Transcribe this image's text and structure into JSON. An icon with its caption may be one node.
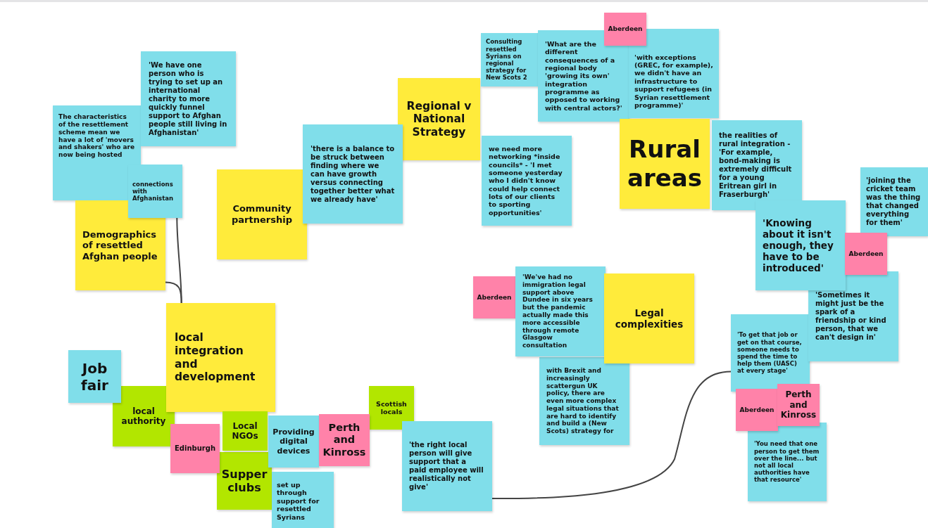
{
  "diagram": {
    "nodes": [
      {
        "text": [
          "The characteristics of the resettlement scheme mean we have a lot of 'movers and shakers' who are now being hosted"
        ]
      },
      {
        "text": [
          "'We have one person who is trying to set up an international charity to more quickly funnel support to Afghan people still living in Afghanistan'"
        ]
      },
      {
        "text": [
          "connections with Afghanistan"
        ]
      },
      {
        "text": [
          "Demographics of resettled Afghan people"
        ]
      },
      {
        "text": [
          "Community partnership"
        ]
      },
      {
        "text": [
          "'there is a balance to be struck between finding where we can have growth versus connecting together better what we already have'"
        ]
      },
      {
        "text": [
          "Regional v National Strategy"
        ]
      },
      {
        "text": [
          "Consulting resettled Syrians on regional strategy for New Scots 2"
        ]
      },
      {
        "text": [
          "'What are the different consequences of a regional body 'growing its own' integration programme as opposed to working with central actors?'"
        ]
      },
      {
        "text": [
          "Aberdeen"
        ]
      },
      {
        "text": [
          "'with exceptions (GREC, for example), we didn't have an infrastructure to support refugees (in Syrian resettlement programme)'"
        ]
      },
      {
        "text": [
          "we need more networking *inside councils* - 'I met someone yesterday who I didn't know could help connect lots of our clients to sporting opportunities'"
        ]
      },
      {
        "text": [
          "Rural areas"
        ]
      },
      {
        "text": [
          "the realities of rural integration - 'For example, bond-making is extremely difficult for a young Eritrean girl in Fraserburgh'"
        ]
      },
      {
        "text": [
          "'Knowing about it isn't enough, they have to be introduced'"
        ]
      },
      {
        "text": [
          "'joining the cricket team was the thing that changed everything for them'"
        ]
      },
      {
        "text": [
          "Aberdeen"
        ]
      },
      {
        "text": [
          "'Sometimes it might just be the spark of a friendship or kind person, that we can't design in'"
        ]
      },
      {
        "text": [
          "Aberdeen"
        ]
      },
      {
        "text": [
          "'We've had no immigration legal support above Dundee in six years but the pandemic actually made this more accessible through remote Glasgow consultation"
        ]
      },
      {
        "text": [
          "Legal complexities"
        ]
      },
      {
        "text": [
          "with Brexit and increasingly scattergun UK policy, there are even more complex legal situations that are hard to identify and build a (New Scots) strategy for"
        ]
      },
      {
        "text": [
          "'To get that job or get on that course, someone needs to spend the time to help them (UASC) at every stage'"
        ]
      },
      {
        "text": [
          "Perth and Kinross"
        ]
      },
      {
        "text": [
          "Aberdeen"
        ]
      },
      {
        "text": [
          "'You need that one person to get them over the line... but not all local authorities have that resource'"
        ]
      },
      {
        "text": [
          "local integration and development"
        ]
      },
      {
        "text": [
          "Job fair"
        ]
      },
      {
        "text": [
          "local authority"
        ]
      },
      {
        "text": [
          "Edinburgh"
        ]
      },
      {
        "text": [
          "Local NGOs"
        ]
      },
      {
        "text": [
          "Supper clubs"
        ]
      },
      {
        "text": [
          "Providing digital devices"
        ]
      },
      {
        "text": [
          "Perth and Kinross"
        ]
      },
      {
        "text": [
          "Scottish locals"
        ]
      },
      {
        "text": [
          "set up through support for resettled Syrians"
        ]
      },
      {
        "text": [
          "'the right local person will give support that a paid employee will realistically not give'"
        ]
      }
    ],
    "edges": [
      {
        "from": 2,
        "to": 26,
        "arrow": "none"
      },
      {
        "from": 3,
        "to": 26,
        "arrow": "none"
      },
      {
        "from": 36,
        "to": 22,
        "arrow": "none"
      }
    ]
  }
}
